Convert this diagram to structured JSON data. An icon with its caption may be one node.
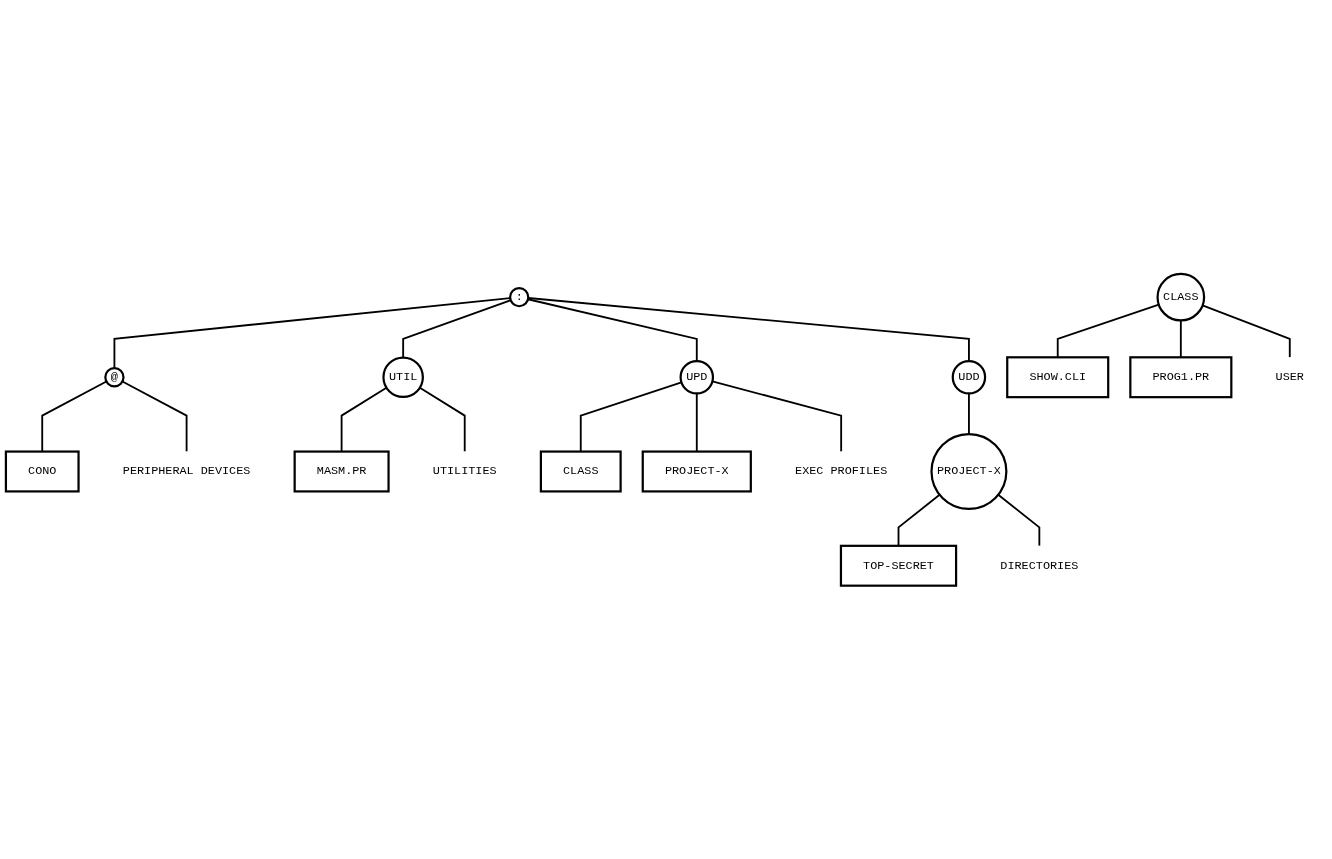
{
  "diagram": {
    "nodes": [
      {
        "text": [
          ":"
        ]
      },
      {
        "text": [
          "@"
        ]
      },
      {
        "text": [
          "UTIL"
        ]
      },
      {
        "text": [
          "UPD"
        ]
      },
      {
        "text": [
          "UDD"
        ]
      },
      {
        "text": [
          "CONO"
        ]
      },
      {
        "text": [
          "MASM.PR"
        ]
      },
      {
        "text": [
          "CLASS"
        ]
      },
      {
        "text": [
          "PROJECT-X"
        ]
      },
      {
        "text": [
          "CLASS"
        ]
      },
      {
        "text": [
          "PROJECT-X"
        ]
      },
      {
        "text": [
          "SHOW.CLI"
        ]
      },
      {
        "text": [
          "TOP-SECRET"
        ]
      },
      {
        "text": [
          "PROG1.PR"
        ]
      },
      {
        "text": [
          "PERIPHERAL DEVICES"
        ]
      },
      {
        "text": [
          "UTILITIES"
        ]
      },
      {
        "text": [
          "EXEC PROFILES"
        ]
      },
      {
        "text": [
          "USER"
        ]
      },
      {
        "text": [
          "DIRECTORIES"
        ]
      }
    ],
    "edges": [
      {
        "from": 0,
        "to": 1,
        "arrow": "none"
      },
      {
        "from": 0,
        "to": 2,
        "arrow": "none"
      },
      {
        "from": 0,
        "to": 3,
        "arrow": "none"
      },
      {
        "from": 0,
        "to": 4,
        "arrow": "none"
      },
      {
        "from": 4,
        "to": 10,
        "arrow": "none"
      },
      {
        "from": 1,
        "to": 5,
        "arrow": "none"
      },
      {
        "from": 1,
        "to": 14,
        "arrow": "none"
      },
      {
        "from": 2,
        "to": 6,
        "arrow": "none"
      },
      {
        "from": 2,
        "to": 15,
        "arrow": "none"
      },
      {
        "from": 3,
        "to": 7,
        "arrow": "none"
      },
      {
        "from": 3,
        "to": 8,
        "arrow": "none"
      },
      {
        "from": 3,
        "to": 16,
        "arrow": "none"
      },
      {
        "from": 9,
        "to": 11,
        "arrow": "none"
      },
      {
        "from": 9,
        "to": 13,
        "arrow": "none"
      },
      {
        "from": 9,
        "to": 17,
        "arrow": "none"
      },
      {
        "from": 10,
        "to": 12,
        "arrow": "none"
      },
      {
        "from": 10,
        "to": 18,
        "arrow": "none"
      }
    ]
  }
}
